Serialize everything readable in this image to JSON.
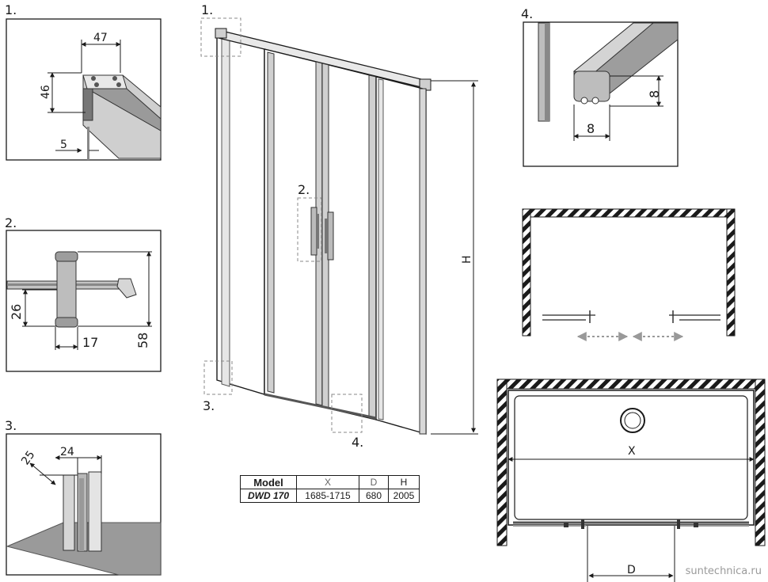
{
  "callouts": {
    "c1": "1.",
    "c2": "2.",
    "c3": "3.",
    "c4": "4."
  },
  "detail1": {
    "width": "47",
    "height": "46",
    "gap": "5"
  },
  "detail2": {
    "small": "26",
    "width": "17",
    "total": "58"
  },
  "detail3": {
    "depth": "25",
    "width": "24"
  },
  "detail4": {
    "height": "8",
    "width": "8"
  },
  "main": {
    "height_label": "H"
  },
  "plan": {
    "x_label": "X",
    "d_label": "D"
  },
  "spec_table": {
    "headers": [
      "Model",
      "X",
      "D",
      "H"
    ],
    "row": [
      "DWD 170",
      "1685-1715",
      "680",
      "2005"
    ]
  },
  "watermark": "suntechnica.ru"
}
